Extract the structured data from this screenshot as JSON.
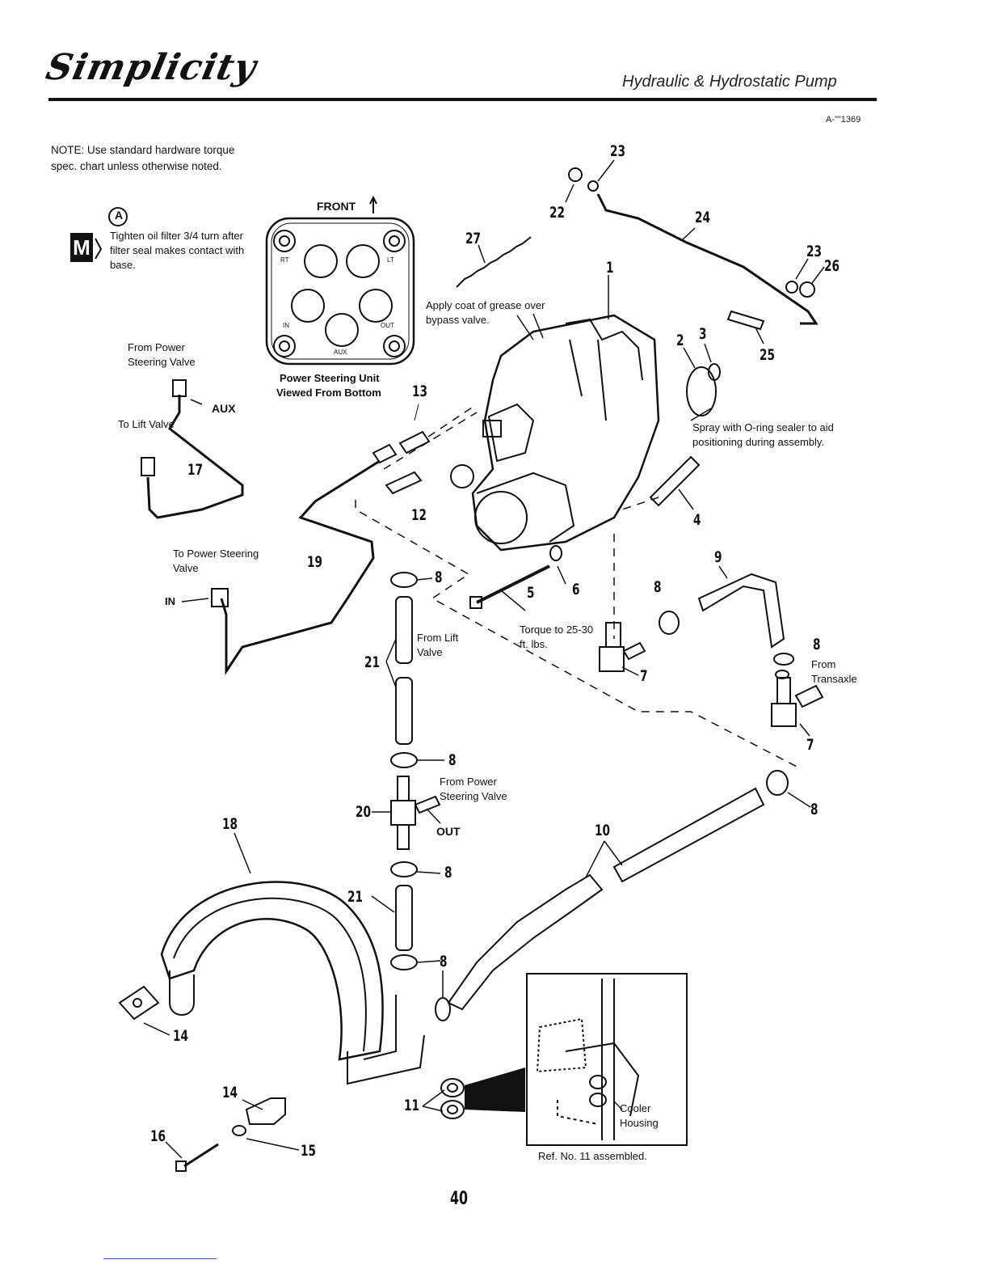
{
  "header": {
    "brand": "Simplicity",
    "title": "Hydraulic & Hydrostatic Pump",
    "doc_id": "A-\"\"1369"
  },
  "note": "NOTE: Use standard hardware torque spec. chart unless otherwise noted.",
  "callout_a": {
    "marker": "A",
    "icon_letter": "M",
    "text": "Tighten oil filter 3/4 turn after filter seal makes contact with base."
  },
  "power_steering_unit": {
    "front_label": "FRONT",
    "ports": [
      "RT",
      "LT",
      "IN",
      "OUT",
      "AUX"
    ],
    "caption_line1": "Power Steering Unit",
    "caption_line2": "Viewed From Bottom"
  },
  "labels": {
    "from_power_steering_valve_1": "From Power Steering Valve",
    "aux": "AUX",
    "to_lift_valve": "To Lift Valve",
    "to_power_steering_valve": "To Power Steering Valve",
    "in": "IN",
    "from_lift_valve": "From Lift Valve",
    "from_power_steering_valve_2": "From Power Steering Valve",
    "out": "OUT",
    "torque": "Torque to 25-30 ft. lbs.",
    "grease": "Apply coat of grease over bypass valve.",
    "spray": "Spray with O-ring sealer to aid positioning during assembly.",
    "from_transaxle": "From Transaxle",
    "cooler_housing": "Cooler Housing",
    "inset_caption": "Ref. No. 11 assembled."
  },
  "part_numbers": [
    "1",
    "2",
    "3",
    "4",
    "5",
    "6",
    "7",
    "7",
    "8",
    "8",
    "8",
    "8",
    "8",
    "8",
    "8",
    "9",
    "10",
    "11",
    "12",
    "13",
    "14",
    "14",
    "15",
    "16",
    "17",
    "18",
    "19",
    "20",
    "21",
    "21",
    "22",
    "23",
    "23",
    "24",
    "25",
    "26",
    "27"
  ],
  "page_number": "40"
}
